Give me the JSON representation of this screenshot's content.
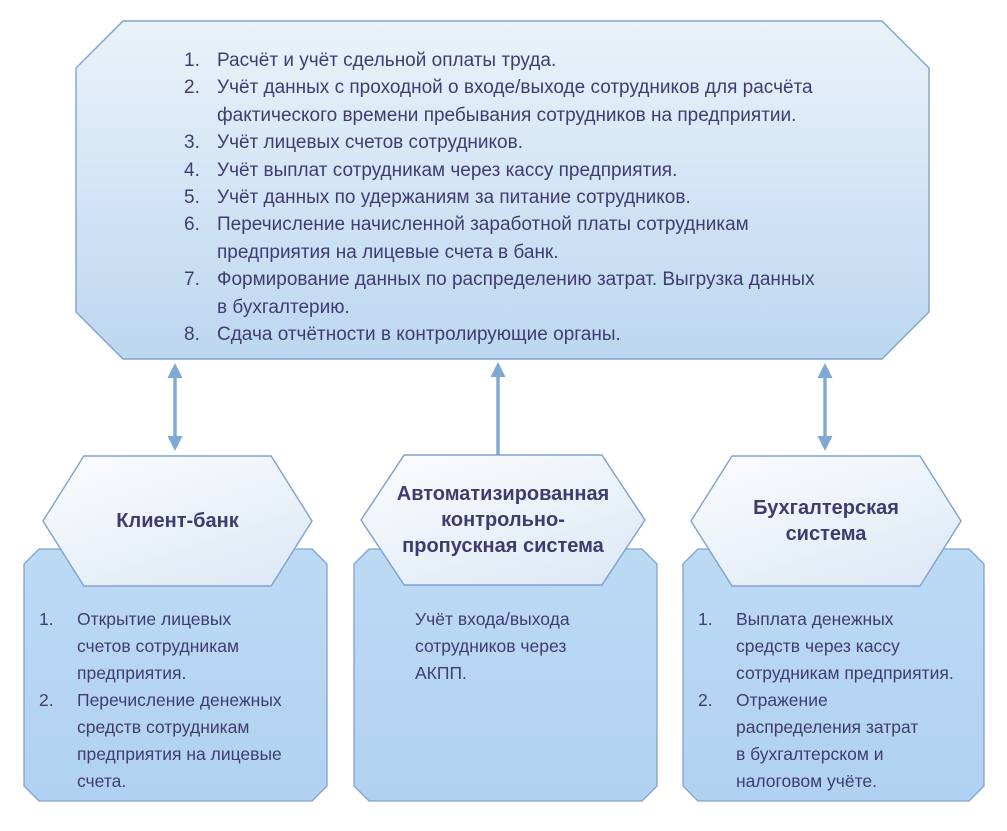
{
  "diagram": {
    "main_panel": {
      "items": [
        {
          "num": "1.",
          "text": "Расчёт и учёт сдельной оплаты труда."
        },
        {
          "num": "2.",
          "text": "Учёт данных с проходной о входе/выходе сотрудников для расчёта\nфактического времени пребывания сотрудников на предприятии."
        },
        {
          "num": "3.",
          "text": "Учёт лицевых счетов сотрудников."
        },
        {
          "num": "4.",
          "text": "Учёт выплат сотрудникам через кассу предприятия."
        },
        {
          "num": "5.",
          "text": "Учёт данных по удержаниям за питание сотрудников."
        },
        {
          "num": "6.",
          "text": "Перечисление начисленной заработной платы сотрудникам\nпредприятия на лицевые счета в банк."
        },
        {
          "num": "7.",
          "text": "Формирование данных по распределению затрат. Выгрузка данных\nв бухгалтерию."
        },
        {
          "num": "8.",
          "text": "Сдача отчётности в контролирующие органы."
        }
      ]
    },
    "systems": [
      {
        "label": "Клиент-банк",
        "items": [
          {
            "num": "1.",
            "text": "Открытие лицевых\nсчетов сотрудникам\nпредприятия."
          },
          {
            "num": "2.",
            "text": "Перечисление денежных\nсредств сотрудникам\nпредприятия на лицевые\nсчета."
          }
        ]
      },
      {
        "label": "Автоматизированная\nконтрольно-\nпропускная система",
        "text": "Учёт входа/выхода\nсотрудников через\nАКПП."
      },
      {
        "label": "Бухгалтерская\nсистема",
        "items": [
          {
            "num": "1.",
            "text": "Выплата денежных\nсредств через кассу\nсотрудникам предприятия."
          },
          {
            "num": "2.",
            "text": "Отражение\nраспределения затрат\nв бухгалтерском и\nналоговом учёте."
          }
        ]
      }
    ],
    "colors": {
      "panel_gradient_top": "#e9f1fa",
      "panel_gradient_bottom": "#bed8f0",
      "hexagon_gradient_top": "#fcfdfe",
      "hexagon_gradient_bottom": "#dfeaf6",
      "card_fill_top": "#bddaf4",
      "card_fill_bottom": "#b0d1f1",
      "stroke": "#7fa2cf",
      "arrow": "#7ea9d2",
      "text": "#403c72"
    }
  }
}
